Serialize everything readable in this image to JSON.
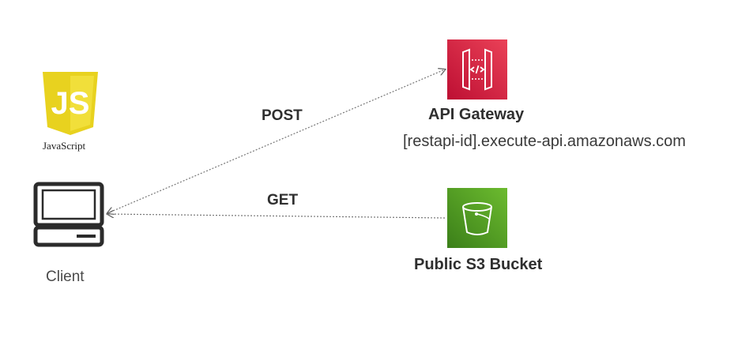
{
  "diagram": {
    "client": {
      "label": "Client"
    },
    "javascript": {
      "caption": "JavaScript",
      "logo_text": "JS"
    },
    "api_gateway": {
      "title": "API Gateway",
      "url": "[restapi-id].execute-api.amazonaws.com",
      "icon": "api-gateway-icon",
      "color": "#d6263c"
    },
    "s3": {
      "title": "Public S3 Bucket",
      "icon": "s3-bucket-icon",
      "color": "#4f9e26"
    },
    "arrows": {
      "post": {
        "label": "POST",
        "from": "client",
        "to": "api_gateway"
      },
      "get": {
        "label": "GET",
        "from": "s3",
        "to": "client"
      }
    },
    "colors": {
      "js_yellow": "#e8d21f",
      "arrow": "#777777",
      "monitor": "#2b2b2b"
    }
  }
}
